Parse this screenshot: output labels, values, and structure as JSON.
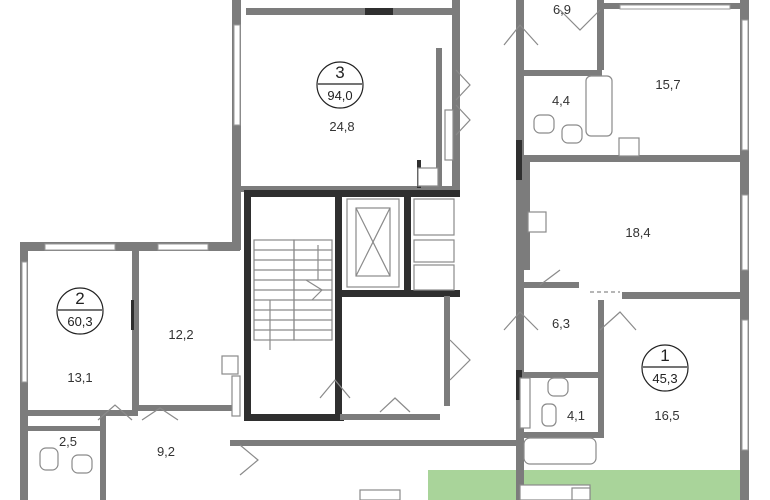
{
  "plan": {
    "accent_color": "#a9d49a",
    "apartments": [
      {
        "number": "3",
        "total_area": "94,0"
      },
      {
        "number": "2",
        "total_area": "60,3"
      },
      {
        "number": "1",
        "total_area": "45,3"
      }
    ],
    "rooms": [
      "6,9",
      "24,8",
      "15,7",
      "4,4",
      "18,4",
      "12,2",
      "13,1",
      "6,3",
      "4,1",
      "16,5",
      "2,5",
      "9,2"
    ]
  }
}
